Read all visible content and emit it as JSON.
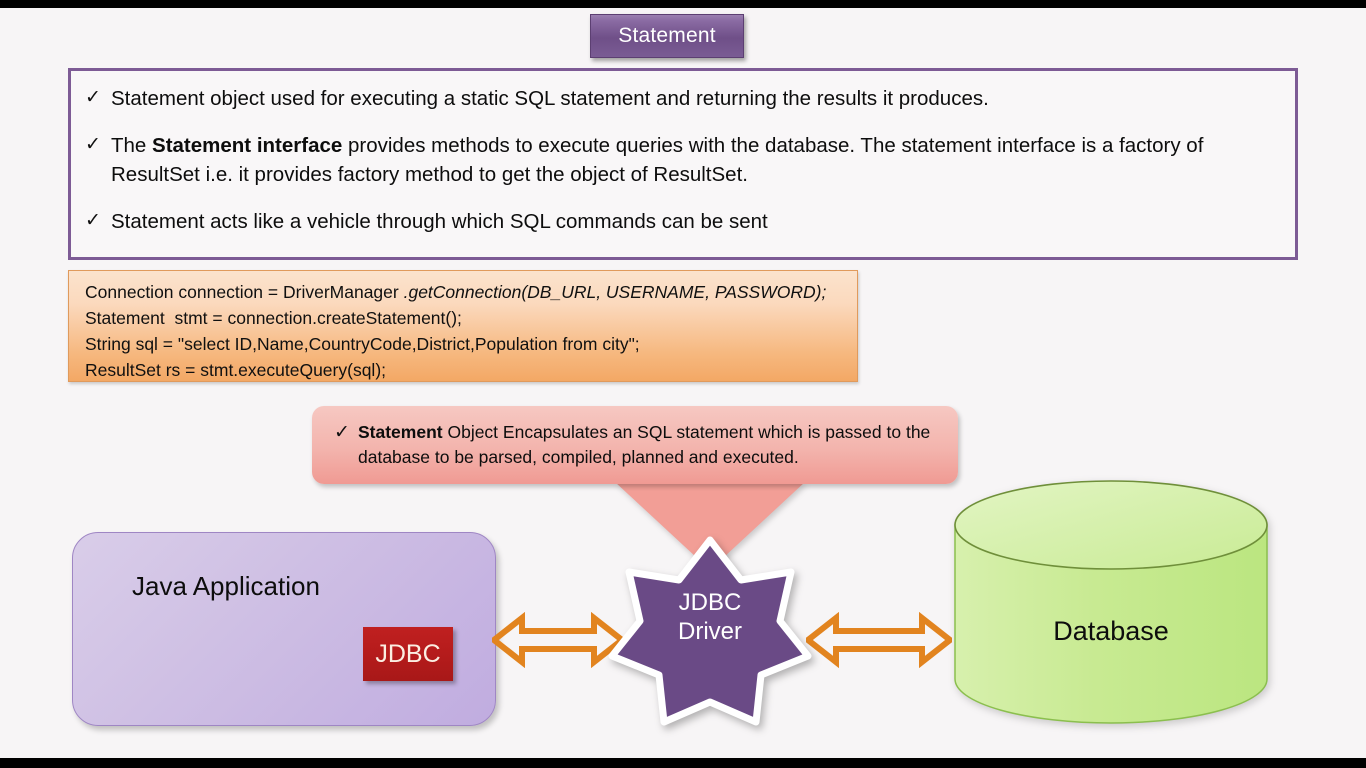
{
  "title_banner": {
    "label": "Statement"
  },
  "main_box": {
    "bullets": [
      {
        "marker": "✓",
        "pre": "Statement object used for executing a static SQL statement and returning the results it produces.",
        "bold": "",
        "post": ""
      },
      {
        "marker": "✓",
        "pre": "The ",
        "bold": "Statement interface",
        "post": " provides methods to execute queries with the database. The statement interface is a factory of ResultSet i.e. it provides factory method to get the object of ResultSet."
      },
      {
        "marker": "✓",
        "pre": "Statement acts like a vehicle through which SQL commands can be sent",
        "bold": "",
        "post": ""
      }
    ]
  },
  "code_box": {
    "lines": [
      {
        "plain": "Connection connection = DriverManager ",
        "italic": ".getConnection(DB_URL, USERNAME, PASSWORD);",
        "tail": ""
      },
      {
        "plain": "Statement  stmt = connection.createStatement();",
        "italic": "",
        "tail": ""
      },
      {
        "plain": "String sql = \"select ID,Name,CountryCode,District,Population from city\";",
        "italic": "",
        "tail": ""
      },
      {
        "plain": "ResultSet rs = stmt.executeQuery(sql);",
        "italic": "",
        "tail": ""
      }
    ]
  },
  "callout": {
    "marker": "✓",
    "bold": "Statement",
    "text": "  Object Encapsulates an SQL statement which is passed to the database to be parsed, compiled, planned and executed."
  },
  "diagram": {
    "java_app_label": "Java Application",
    "jdbc_badge_label": "JDBC",
    "driver_line1": "JDBC",
    "driver_line2": "Driver",
    "database_label": "Database"
  },
  "colors": {
    "accent_purple": "#6f4f88",
    "box_border_purple": "#7d5b95",
    "code_orange": "#f3a865",
    "callout_pink": "#f3b4ad",
    "java_box_purple": "#c0ace0",
    "jdbc_red": "#b61c1c",
    "arrow_orange": "#e2841f",
    "db_green": "#c3e98a",
    "letterbox_black": "#000000"
  }
}
